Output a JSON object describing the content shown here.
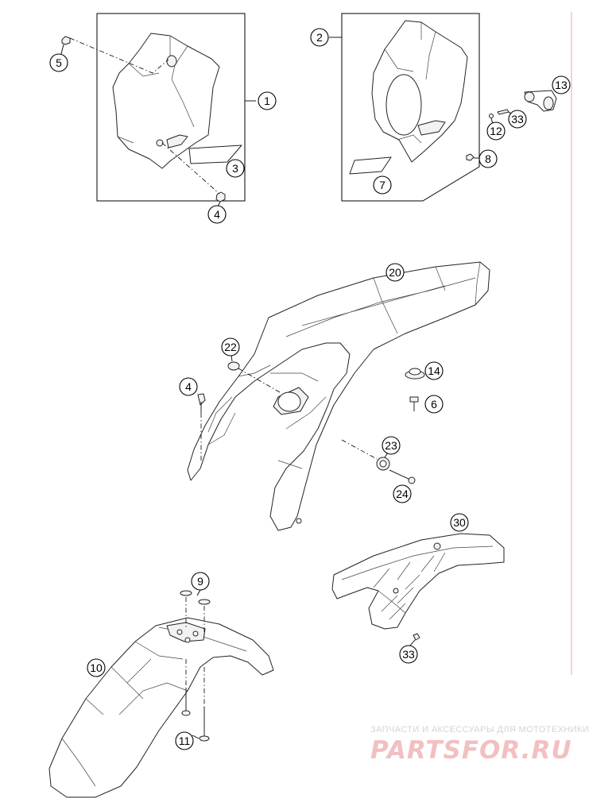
{
  "diagram": {
    "callouts": [
      {
        "id": "c1",
        "label": "1"
      },
      {
        "id": "c2",
        "label": "2"
      },
      {
        "id": "c3",
        "label": "3"
      },
      {
        "id": "c4a",
        "label": "4"
      },
      {
        "id": "c4b",
        "label": "4"
      },
      {
        "id": "c5",
        "label": "5"
      },
      {
        "id": "c6",
        "label": "6"
      },
      {
        "id": "c7",
        "label": "7"
      },
      {
        "id": "c8",
        "label": "8"
      },
      {
        "id": "c9",
        "label": "9"
      },
      {
        "id": "c10",
        "label": "10"
      },
      {
        "id": "c11",
        "label": "11"
      },
      {
        "id": "c12",
        "label": "12"
      },
      {
        "id": "c13",
        "label": "13"
      },
      {
        "id": "c14",
        "label": "14"
      },
      {
        "id": "c20",
        "label": "20"
      },
      {
        "id": "c22",
        "label": "22"
      },
      {
        "id": "c23",
        "label": "23"
      },
      {
        "id": "c24",
        "label": "24"
      },
      {
        "id": "c30",
        "label": "30"
      },
      {
        "id": "c33a",
        "label": "33"
      },
      {
        "id": "c33b",
        "label": "33"
      }
    ]
  },
  "watermark": {
    "tagline": "ЗАПЧАСТИ И АКСЕССУАРЫ ДЛЯ МОТОТЕХНИКИ",
    "logo": "PARTSFOR.RU",
    "color": "#f2c0c0"
  },
  "colors": {
    "line": "#222222",
    "margin_line": "#f3a3a8",
    "background": "#ffffff"
  }
}
